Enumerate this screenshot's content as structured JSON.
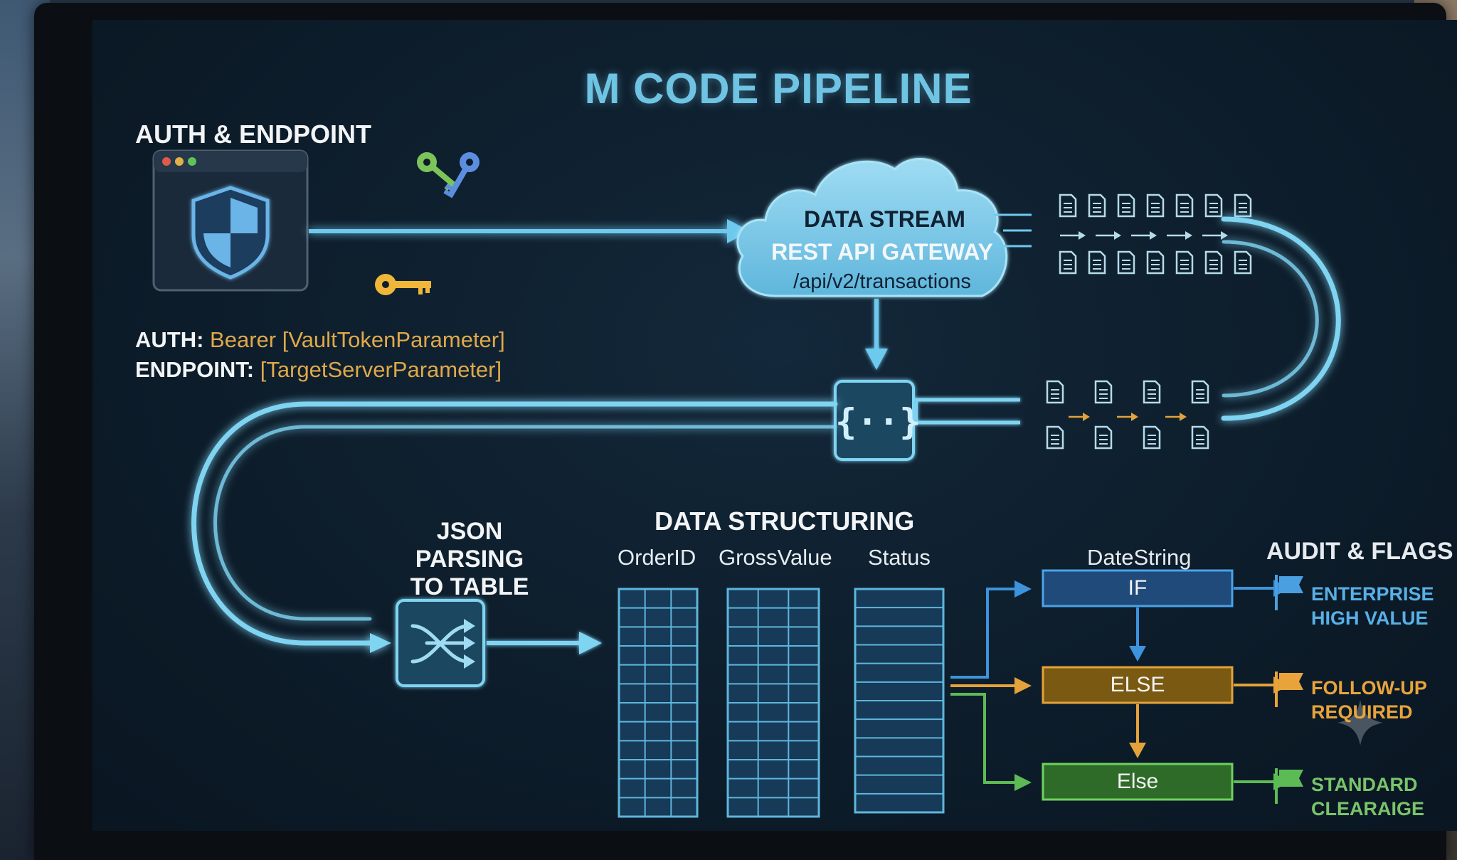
{
  "title": "M CODE PIPELINE",
  "auth": {
    "heading": "AUTH & ENDPOINT",
    "auth_key": "AUTH:",
    "auth_value": "Bearer [VaultTokenParameter]",
    "endpoint_key": "ENDPOINT:",
    "endpoint_value": "[TargetServerParameter]"
  },
  "cloud": {
    "line1": "DATA STREAM",
    "line2": "REST API GATEWAY",
    "line3": "/api/v2/transactions"
  },
  "json_symbol": "{··}",
  "json_parsing": {
    "heading": "JSON PARSING TO TABLE"
  },
  "data_structuring": {
    "heading": "DATA STRUCTURING",
    "columns": [
      "OrderID",
      "GrossValue",
      "Status"
    ]
  },
  "logic": {
    "column": "DateString",
    "if_label": "IF",
    "else_label": "ELSE",
    "else2_label": "Else"
  },
  "audit": {
    "heading": "AUDIT & FLAGS",
    "flags": [
      {
        "label": "ENTERPRISE HIGH VALUE",
        "color": "#4a9fe0"
      },
      {
        "label": "FOLLOW-UP REQUIRED",
        "color": "#e8a43b"
      },
      {
        "label": "STANDARD CLEARAIGE",
        "color": "#5dbb55"
      }
    ]
  },
  "colors": {
    "accent": "#6fc3e3",
    "pipe_glow": "#7fd4f2",
    "if_box": "#1f4a7a",
    "else_box": "#7a5a12",
    "else2_box": "#2f6b28"
  }
}
